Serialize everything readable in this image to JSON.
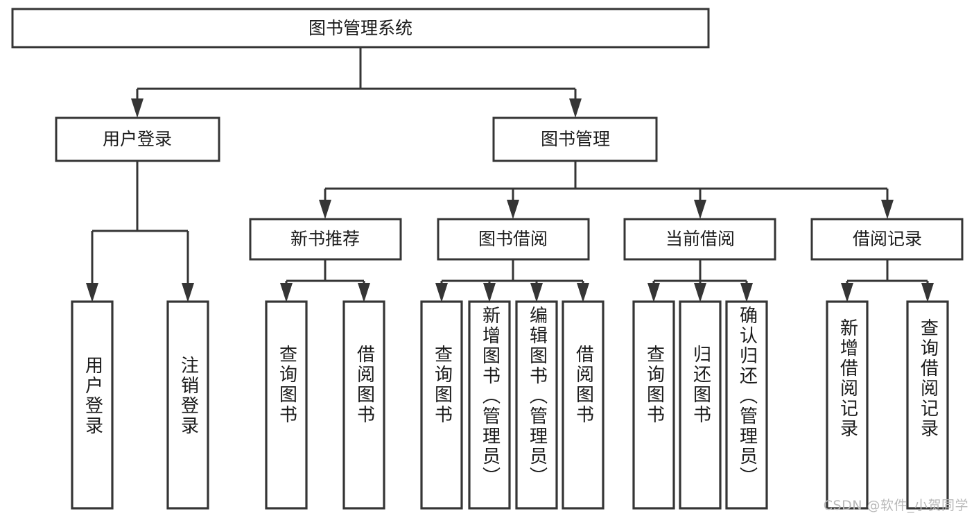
{
  "diagram": {
    "type": "tree",
    "title": "图书管理系统",
    "colors": {
      "stroke": "#353535",
      "fill": "#ffffff",
      "text": "#1b1b1b",
      "watermark": "#b9b9b9",
      "background": "#ffffff"
    },
    "root": {
      "label": "图书管理系统"
    },
    "level2": [
      {
        "label": "用户登录"
      },
      {
        "label": "图书管理"
      }
    ],
    "level3": [
      {
        "label": "新书推荐"
      },
      {
        "label": "图书借阅"
      },
      {
        "label": "当前借阅"
      },
      {
        "label": "借阅记录"
      }
    ],
    "leaves": {
      "user_login": [
        {
          "label": "用户登录"
        },
        {
          "label": "注销登录"
        }
      ],
      "new_book_recommend": [
        {
          "label": "查询图书"
        },
        {
          "label": "借阅图书"
        }
      ],
      "book_borrow": [
        {
          "label": "查询图书"
        },
        {
          "label": "新增图书（管理员）"
        },
        {
          "label": "编辑图书（管理员）"
        },
        {
          "label": "借阅图书"
        }
      ],
      "current_borrow": [
        {
          "label": "查询图书"
        },
        {
          "label": "归还图书"
        },
        {
          "label": "确认归还（管理员）"
        }
      ],
      "borrow_record": [
        {
          "label": "新增借阅记录"
        },
        {
          "label": "查询借阅记录"
        }
      ]
    },
    "watermark": "CSDN @软件_小贺同学"
  }
}
